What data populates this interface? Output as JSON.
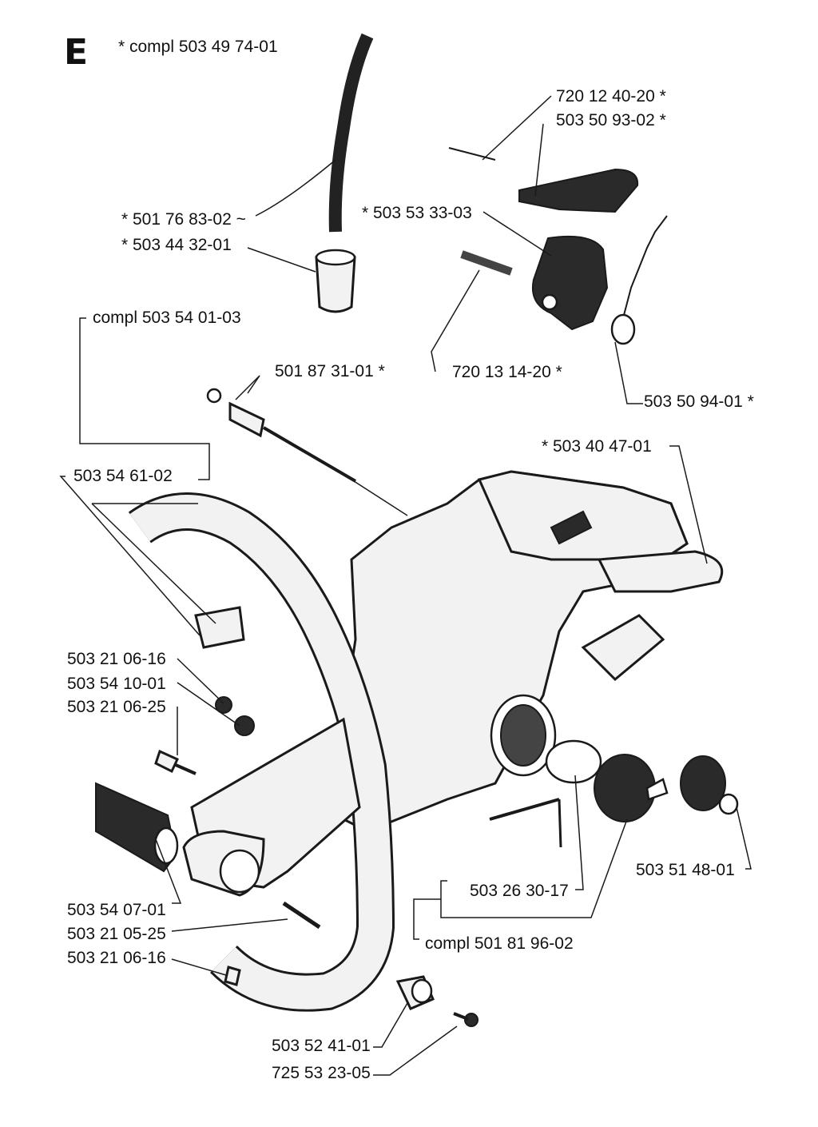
{
  "section": {
    "letter": "E",
    "assembly_note": "* compl 503 49 74-01"
  },
  "callouts": [
    {
      "id": "tube",
      "text": "* 501 76 83-02 ~"
    },
    {
      "id": "filter",
      "text": "* 503 44 32-01"
    },
    {
      "id": "handle-assy",
      "text": "compl 503 54 01-03"
    },
    {
      "id": "screw-top",
      "text": "501 87 31-01 *"
    },
    {
      "id": "handle-bar",
      "text": "503 54 61-02"
    },
    {
      "id": "pin-top",
      "text": "720 12 40-20 *"
    },
    {
      "id": "trigger",
      "text": "503 50 93-02 *"
    },
    {
      "id": "lockout",
      "text": "* 503 53 33-03"
    },
    {
      "id": "pin-mid",
      "text": "720 13 14-20 *"
    },
    {
      "id": "spring",
      "text": "503 50 94-01 *"
    },
    {
      "id": "throttle",
      "text": "* 503 40 47-01"
    },
    {
      "id": "screw-a",
      "text": "503 21 06-16"
    },
    {
      "id": "washer",
      "text": "503 54 10-01"
    },
    {
      "id": "screw-b",
      "text": "503 21 06-25"
    },
    {
      "id": "buffer-right",
      "text": "503 51 48-01"
    },
    {
      "id": "cap-parts",
      "text": "503 26 30-17"
    },
    {
      "id": "cap-assy",
      "text": "compl 501 81 96-02"
    },
    {
      "id": "buffer-left",
      "text": "503 54 07-01"
    },
    {
      "id": "screw-c",
      "text": "503 21 05-25"
    },
    {
      "id": "screw-d",
      "text": "503 21 06-16"
    },
    {
      "id": "bushing",
      "text": "503 52 41-01"
    },
    {
      "id": "screw-e",
      "text": "725 53 23-05"
    }
  ]
}
